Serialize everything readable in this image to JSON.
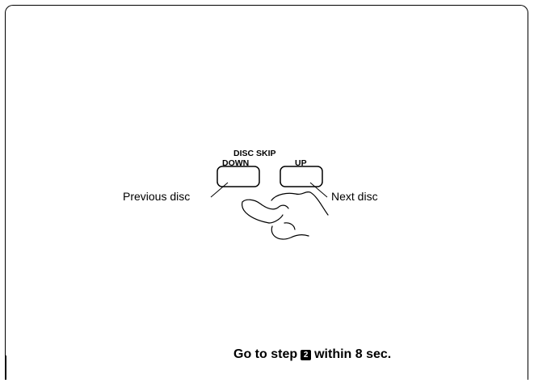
{
  "diagram": {
    "group_title": "DISC SKIP",
    "buttons": {
      "down_label": "DOWN",
      "up_label": "UP"
    },
    "callouts": {
      "previous": "Previous disc",
      "next": "Next disc"
    }
  },
  "footer": {
    "prefix": "Go to step",
    "step_number": "2",
    "suffix": "within 8 sec."
  }
}
